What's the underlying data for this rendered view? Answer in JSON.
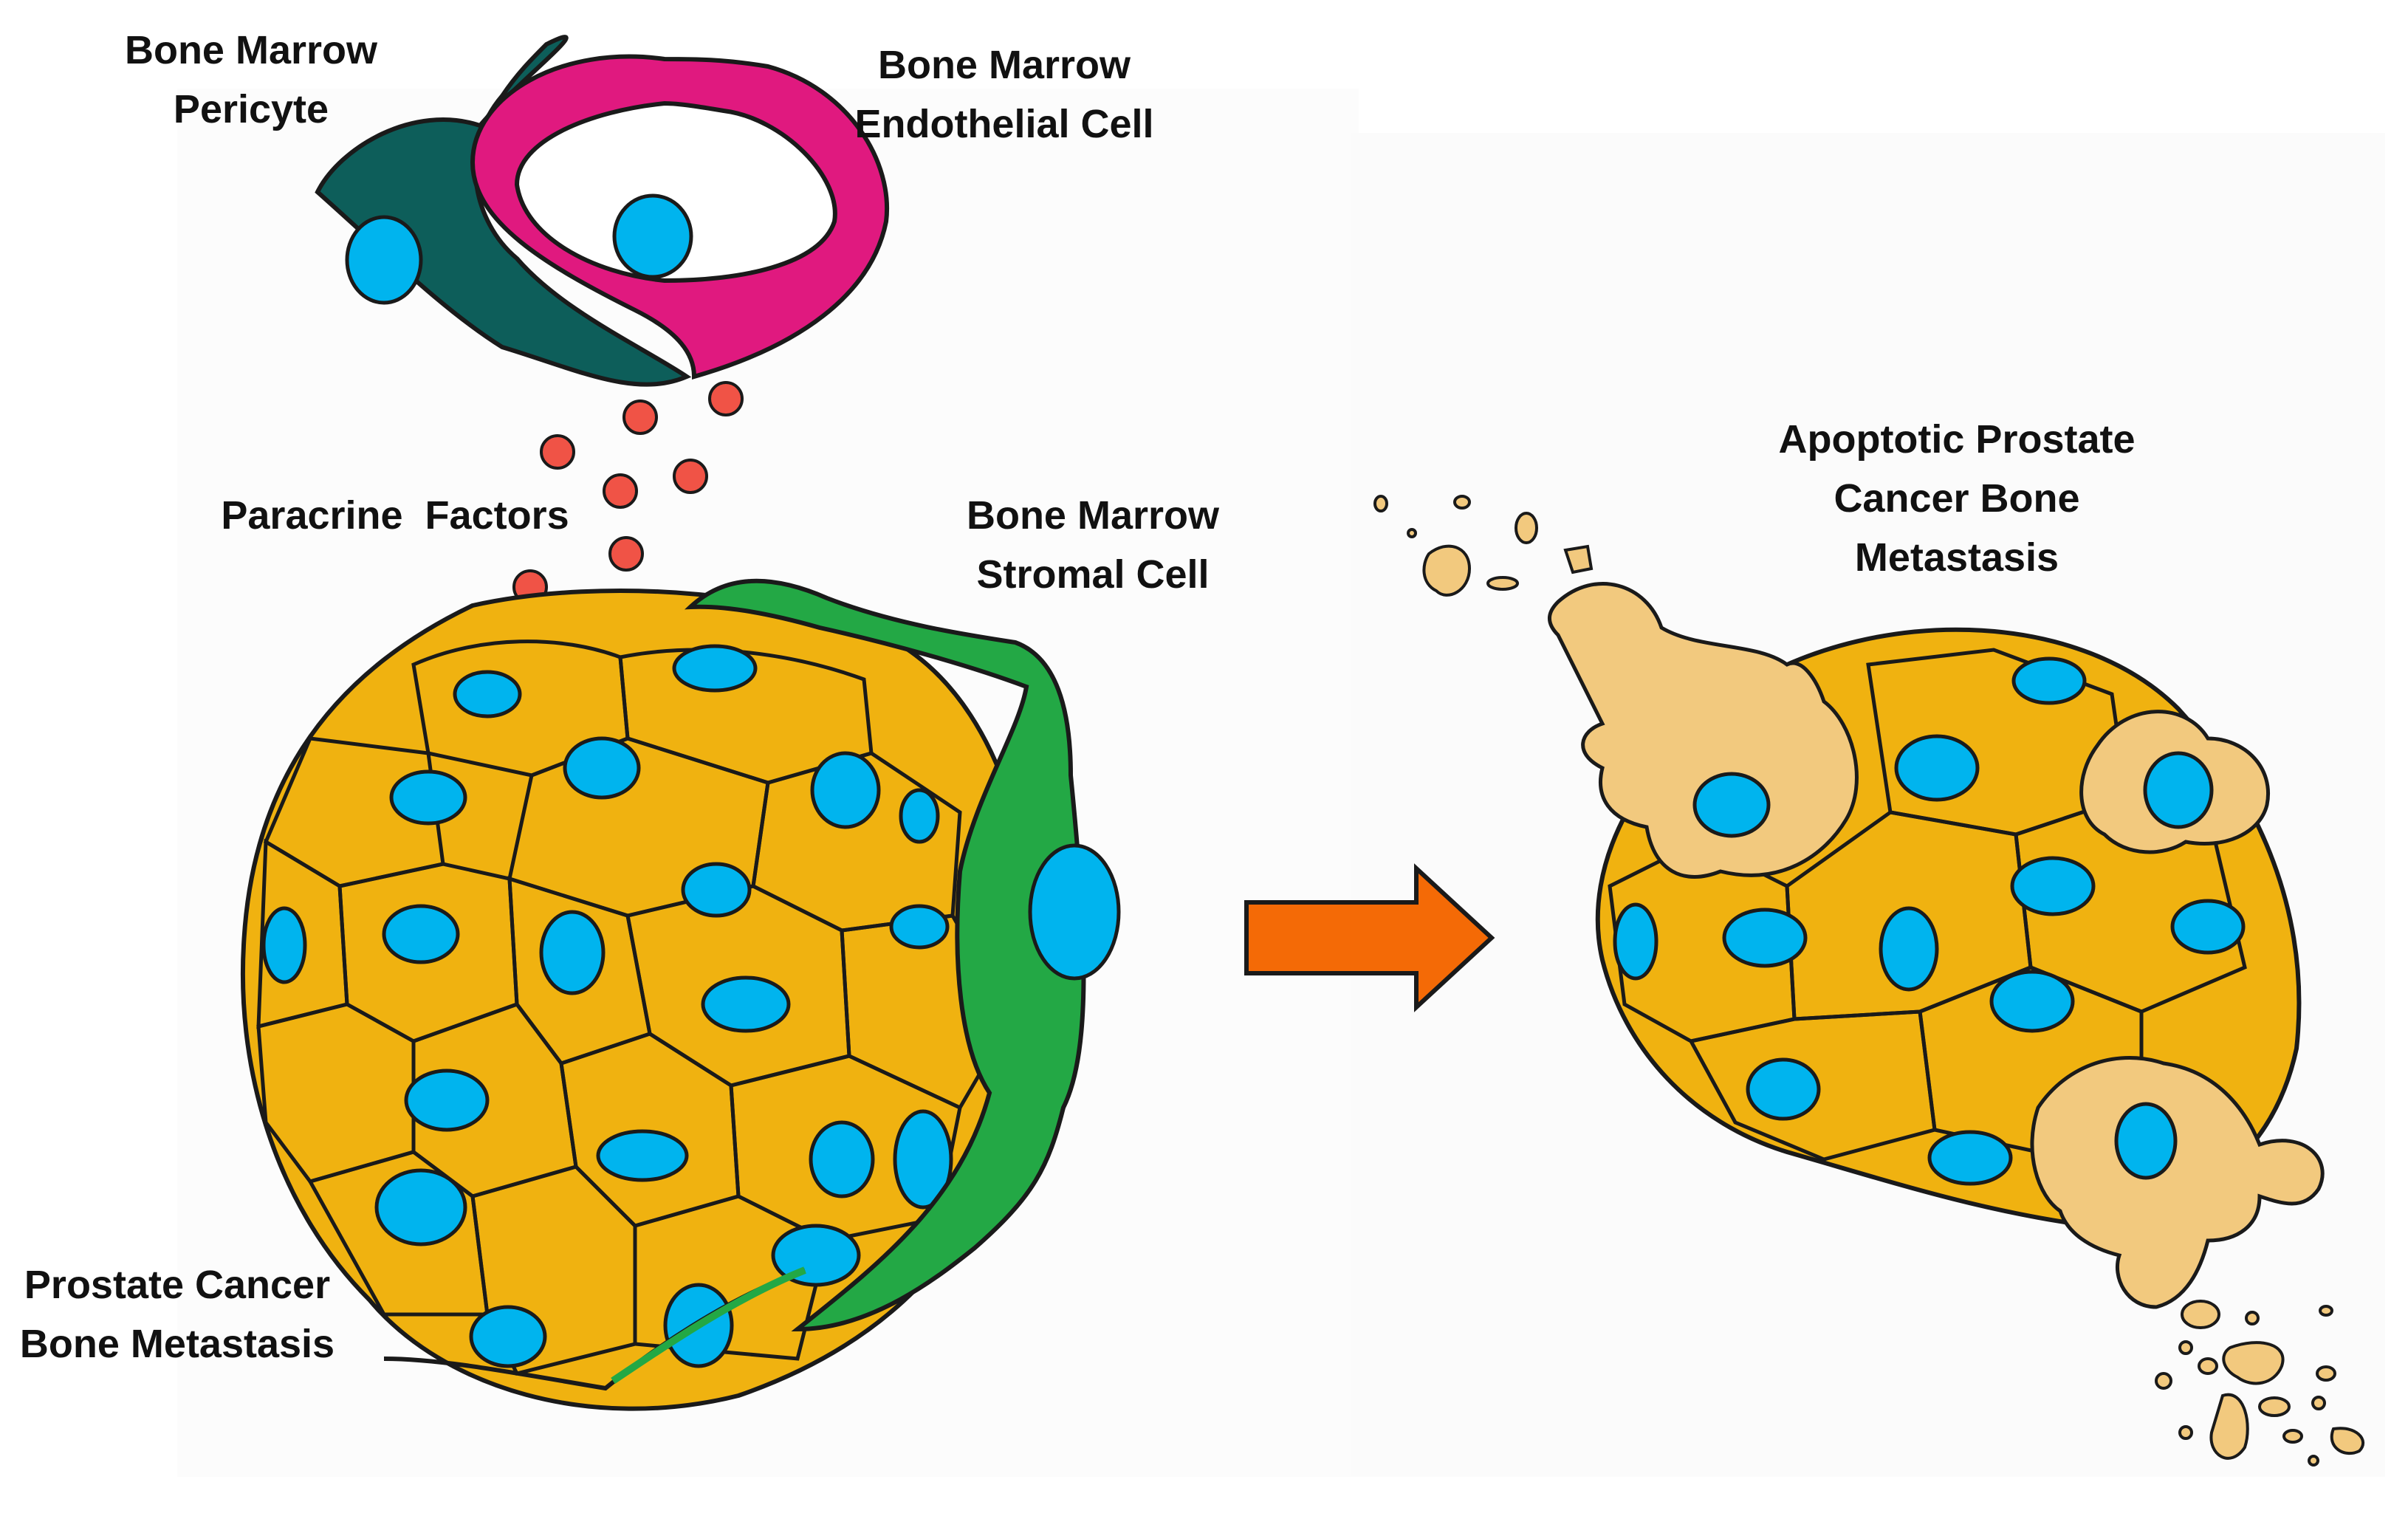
{
  "labels": {
    "pericyte": [
      "Bone Marrow",
      "Pericyte"
    ],
    "endothelial": [
      "Bone Marrow",
      "Endothelial Cell"
    ],
    "paracrine": "Paracrine  Factors",
    "stromal": [
      "Bone Marrow",
      "Stromal Cell"
    ],
    "metastasis": [
      "Prostate Cancer",
      "Bone Metastasis"
    ],
    "apoptotic": [
      "Apoptotic Prostate",
      "Cancer Bone",
      "Metastasis"
    ]
  },
  "colors": {
    "cancer_cell": "#f0b210",
    "apoptotic_cell": "#f2c97e",
    "nucleus": "#00b4ee",
    "pericyte": "#0d5e5a",
    "endothelial": "#e0197f",
    "stromal": "#23a845",
    "paracrine_factor": "#f05346",
    "arrow": "#f46a06",
    "outline": "#1a1a1a"
  },
  "icons": {
    "arrow": "right-arrow-icon"
  }
}
